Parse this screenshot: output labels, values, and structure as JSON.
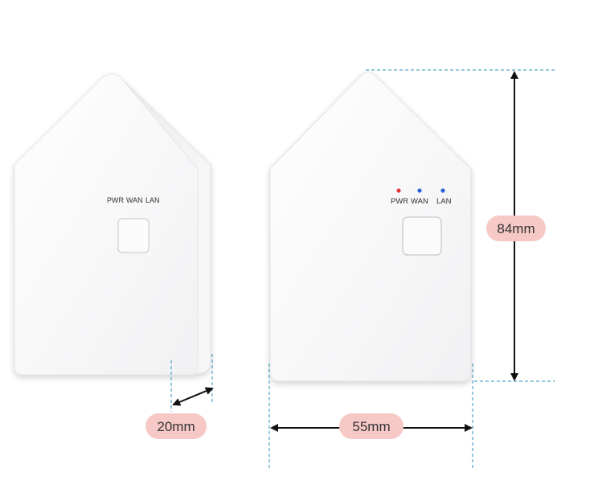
{
  "devices": {
    "side": {
      "labels": [
        "PWR",
        "WAN",
        "LAN"
      ]
    },
    "front": {
      "labels": [
        "PWR",
        "WAN",
        "LAN"
      ],
      "led_colors": [
        "#e23a3a",
        "#2f63d8",
        "#2f63d8"
      ]
    }
  },
  "dimensions": {
    "depth": "20mm",
    "width": "55mm",
    "height": "84mm"
  },
  "colors": {
    "guide": "#2a90b8",
    "pill": "#f6c9c6",
    "arrow": "#111111"
  }
}
